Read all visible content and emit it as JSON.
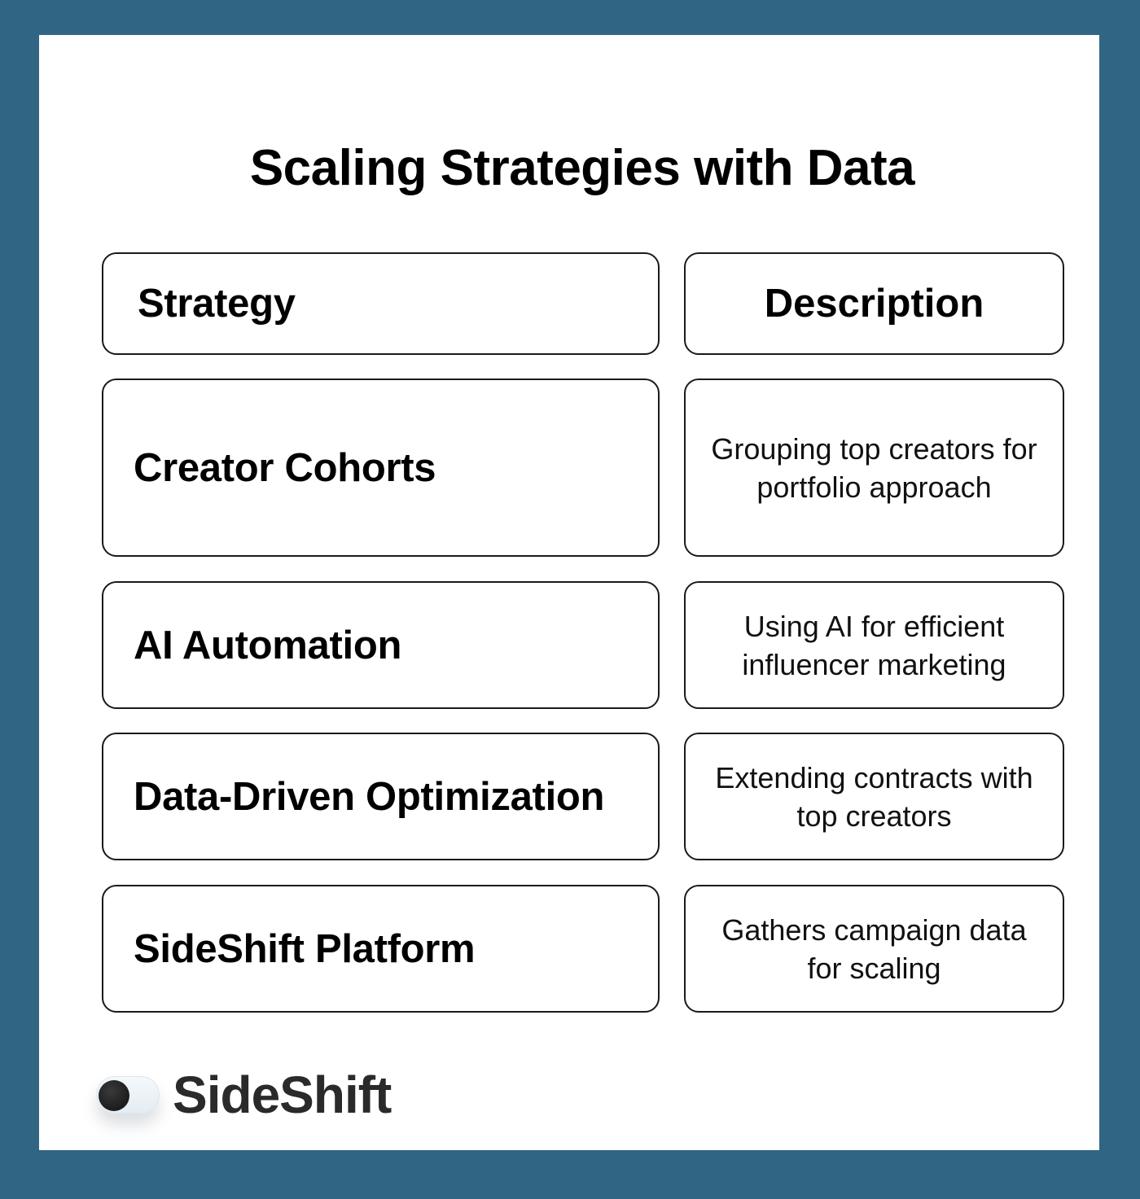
{
  "title": "Scaling Strategies with Data",
  "table": {
    "headers": {
      "strategy": "Strategy",
      "description": "Description"
    },
    "rows": [
      {
        "strategy": "Creator Cohorts",
        "description": "Grouping top creators for portfolio approach"
      },
      {
        "strategy": "AI Automation",
        "description": "Using AI for efficient influencer marketing"
      },
      {
        "strategy": "Data-Driven Optimization",
        "description": "Extending contracts with top creators"
      },
      {
        "strategy": "SideShift Platform",
        "description": "Gathers campaign data for scaling"
      }
    ]
  },
  "brand": {
    "name": "SideShift",
    "icon": "toggle-switch-icon"
  },
  "colors": {
    "background": "#316584",
    "card": "#ffffff",
    "border": "#1a1a1a",
    "text": "#000000"
  }
}
